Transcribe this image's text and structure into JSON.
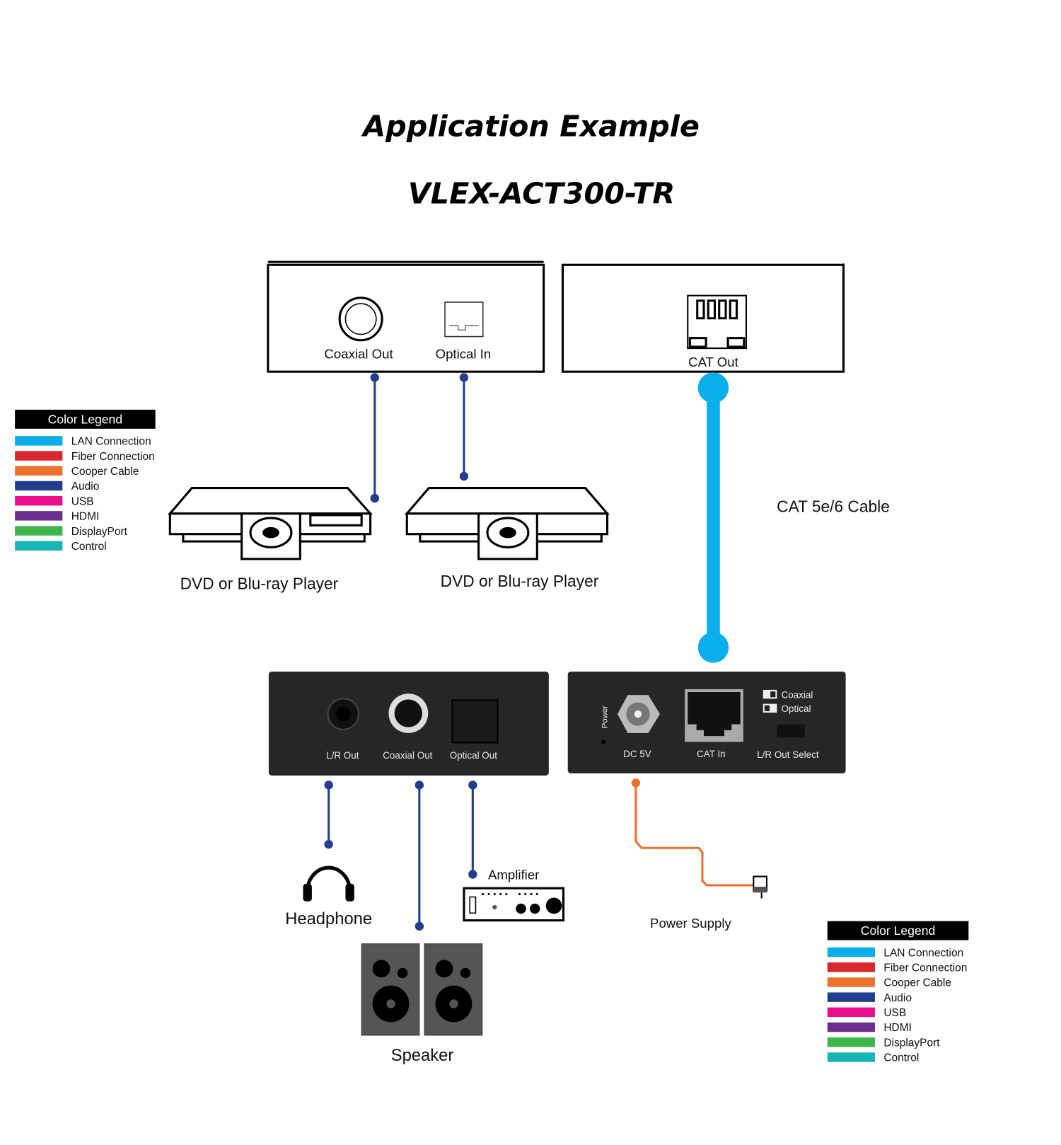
{
  "title": "Application Example",
  "model": "VLEX-ACT300-TR",
  "source_device": {
    "coaxial_out": "Coaxial Out",
    "optical_in": "Optical In"
  },
  "transmitter": {
    "cat_out": "CAT Out"
  },
  "cable_label": "CAT 5e/6 Cable",
  "players": [
    "DVD or Blu-ray Player",
    "DVD or Blu-ray Player"
  ],
  "audio_unit": {
    "lr_out": "L/R Out",
    "coaxial_out": "Coaxial Out",
    "optical_out": "Optical Out"
  },
  "receiver": {
    "power": "Power",
    "dc5v": "DC 5V",
    "cat_in": "CAT In",
    "coaxial": "Coaxial",
    "optical": "Optical",
    "lr_out_select": "L/R Out Select"
  },
  "devices": {
    "headphone": "Headphone",
    "speaker": "Speaker",
    "amplifier": "Amplifier",
    "power_supply": "Power Supply"
  },
  "legend": {
    "title": "Color Legend",
    "items": [
      {
        "label": "LAN Connection",
        "color": "#0aaeea"
      },
      {
        "label": "Fiber Connection",
        "color": "#d8262c"
      },
      {
        "label": "Cooper Cable",
        "color": "#ef7130"
      },
      {
        "label": "Audio",
        "color": "#233e8f"
      },
      {
        "label": "USB",
        "color": "#ec0d8c"
      },
      {
        "label": "HDMI",
        "color": "#6a2f8f"
      },
      {
        "label": "DisplayPort",
        "color": "#3db54a"
      },
      {
        "label": "Control",
        "color": "#17b6b5"
      }
    ]
  }
}
